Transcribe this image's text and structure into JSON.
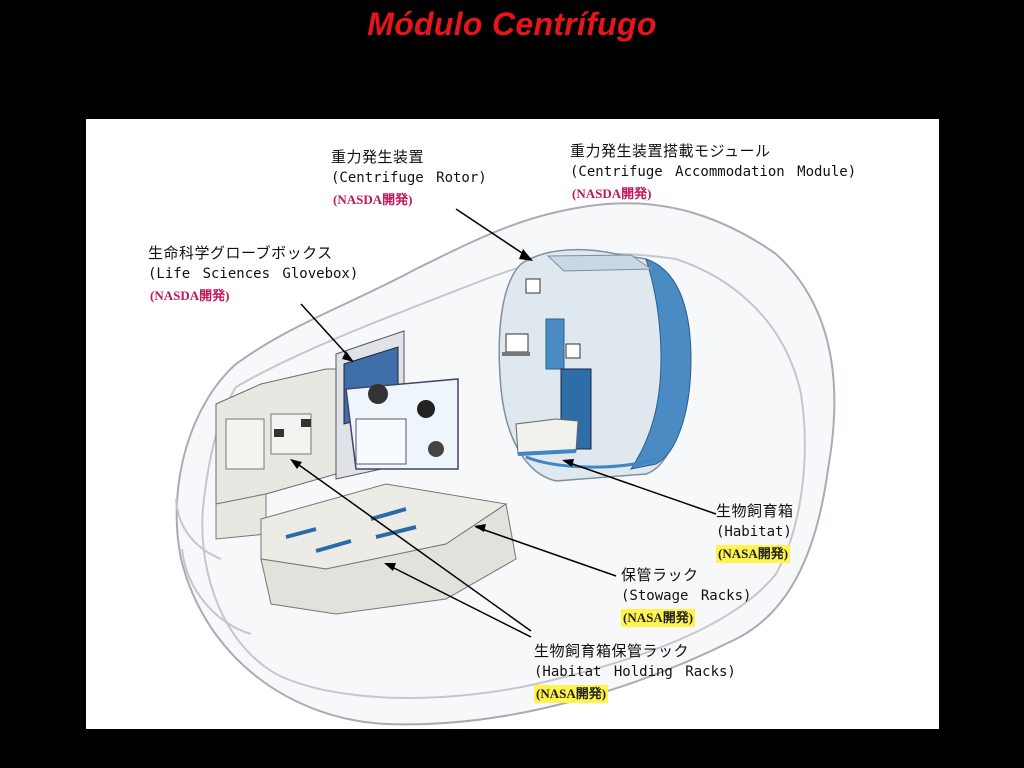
{
  "title": "Módulo Centrífugo",
  "labels": {
    "rotor": {
      "jp": "重力発生装置",
      "en": "(Centrifuge Rotor)",
      "agency": "(NASDA開発)"
    },
    "cam": {
      "jp": "重力発生装置搭載モジュール",
      "en": "(Centrifuge  Accommodation  Module)",
      "agency": "(NASDA開発)"
    },
    "glove": {
      "jp": "生命科学グローブボックス",
      "en": "(Life Sciences  Glovebox)",
      "agency": "(NASDA開発)"
    },
    "habitat": {
      "jp": "生物飼育箱",
      "en": "(Habitat)",
      "agency": "(NASA開発)"
    },
    "stowage": {
      "jp": "保管ラック",
      "en": "(Stowage  Racks)",
      "agency": "(NASA開発)"
    },
    "holding": {
      "jp": "生物飼育箱保管ラック",
      "en": "(Habitat  Holding  Racks)",
      "agency": "(NASA開発)"
    }
  },
  "colors": {
    "title": "#e8141b",
    "nasda": "#c2185b",
    "nasa_highlight": "#fff34d",
    "equipment_blue": "#3f86c2"
  }
}
